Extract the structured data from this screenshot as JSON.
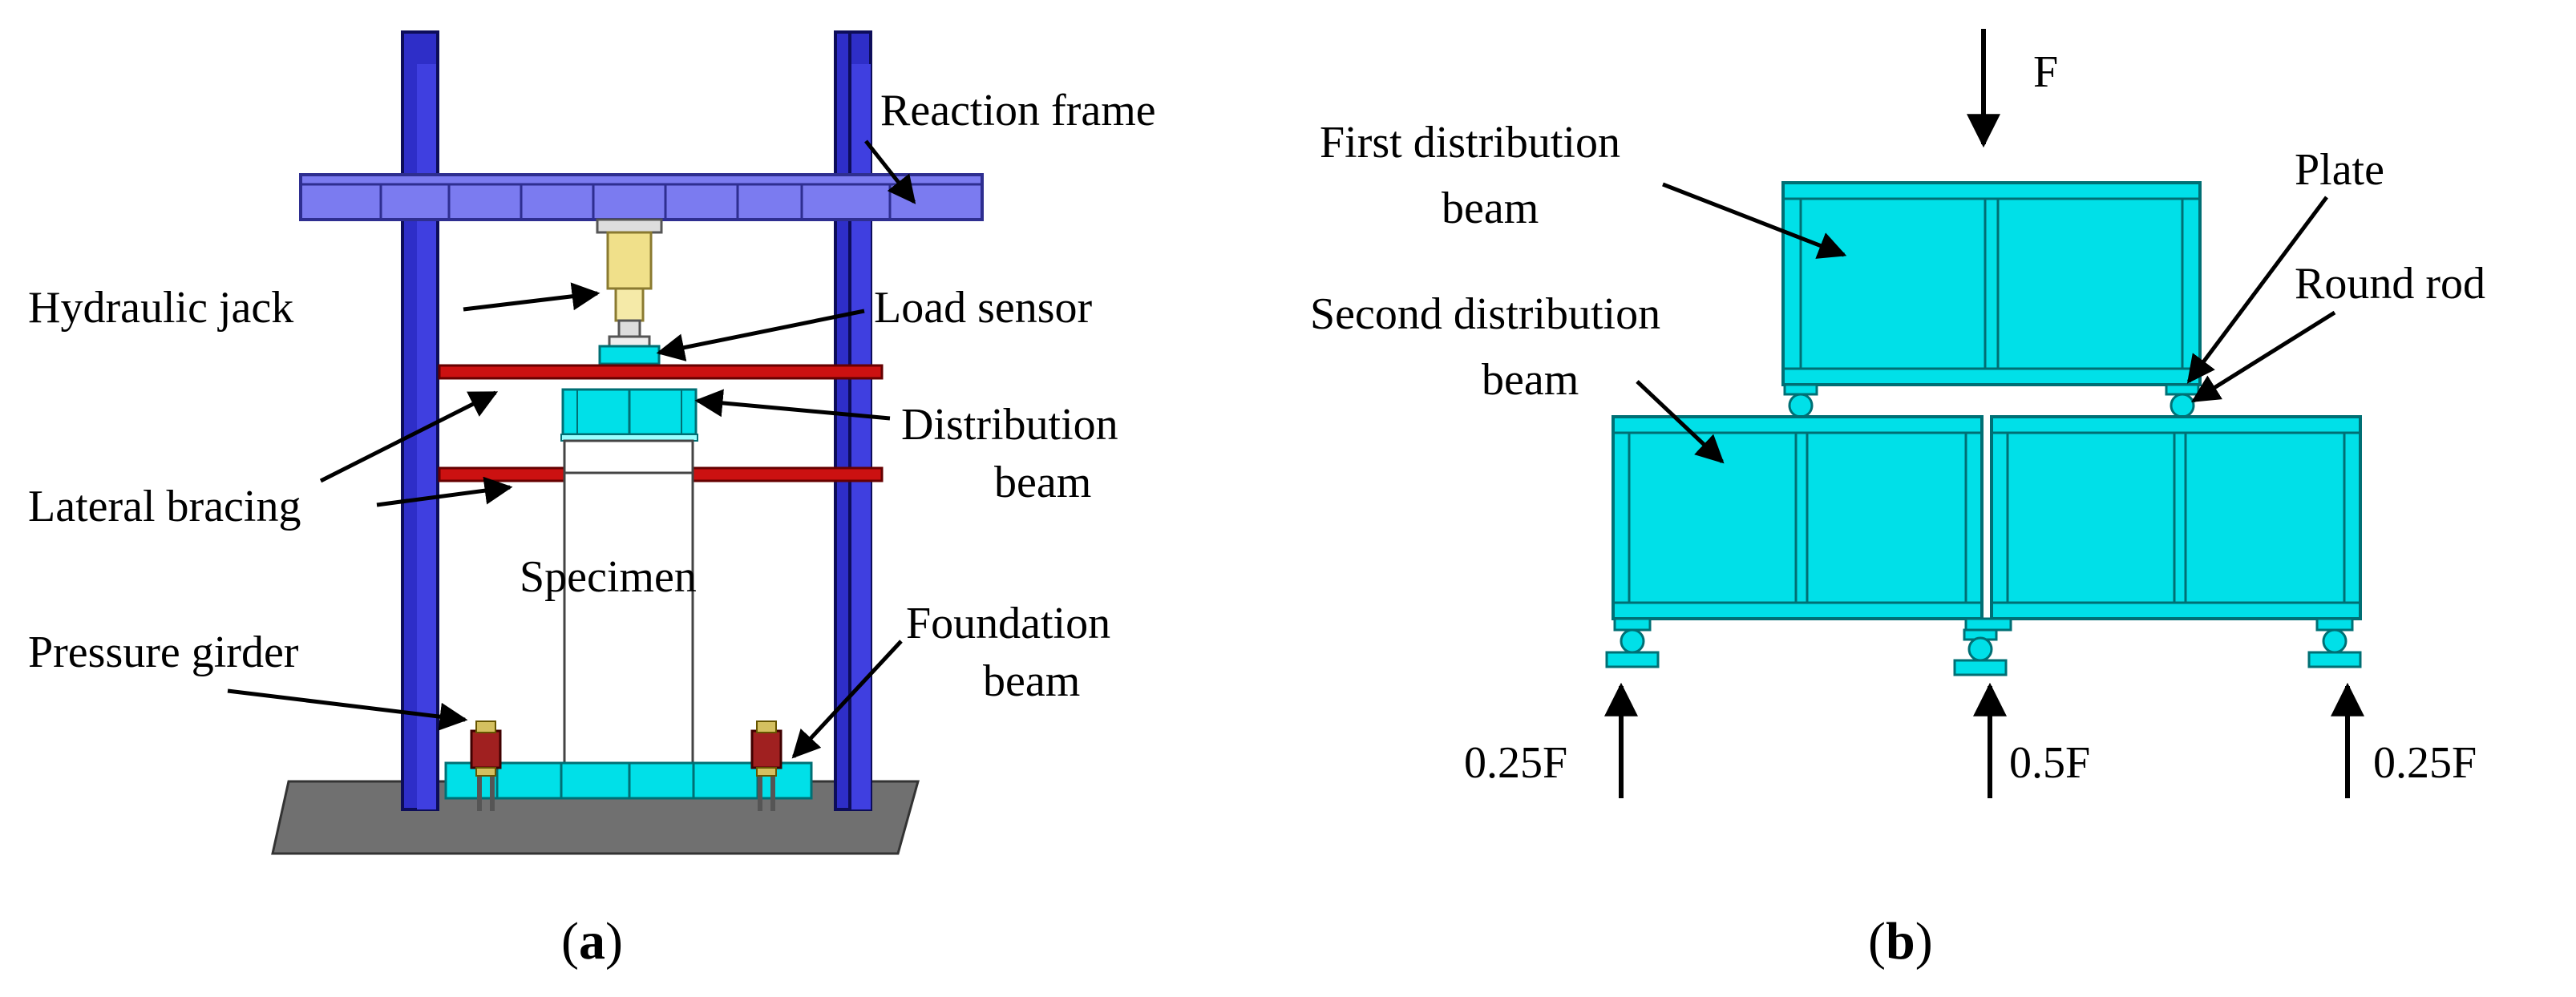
{
  "panel_a": {
    "caption_open": "(",
    "caption_letter": "a",
    "caption_close": ")",
    "labels": {
      "reaction_frame": "Reaction frame",
      "hydraulic_jack": "Hydraulic jack",
      "load_sensor": "Load sensor",
      "distribution_beam_line1": "Distribution",
      "distribution_beam_line2": "beam",
      "lateral_bracing": "Lateral bracing",
      "specimen": "Specimen",
      "foundation_beam_line1": "Foundation",
      "foundation_beam_line2": "beam",
      "pressure_girder": "Pressure girder"
    }
  },
  "panel_b": {
    "caption_open": "(",
    "caption_letter": "b",
    "caption_close": ")",
    "labels": {
      "load_f": "F",
      "first_beam_line1": "First distribution",
      "first_beam_line2": "beam",
      "plate": "Plate",
      "round_rod": "Round rod",
      "second_beam_line1": "Second distribution",
      "second_beam_line2": "beam",
      "reaction_left": "0.25F",
      "reaction_mid": "0.5F",
      "reaction_right": "0.25F"
    }
  },
  "colors": {
    "frame_blue": "#2e2ec8",
    "beam_lavender": "#7b7bf0",
    "bracing_red": "#cc1111",
    "cyan": "#00e0e8",
    "jack_gold": "#f0e08a",
    "ground_gray": "#707070"
  }
}
